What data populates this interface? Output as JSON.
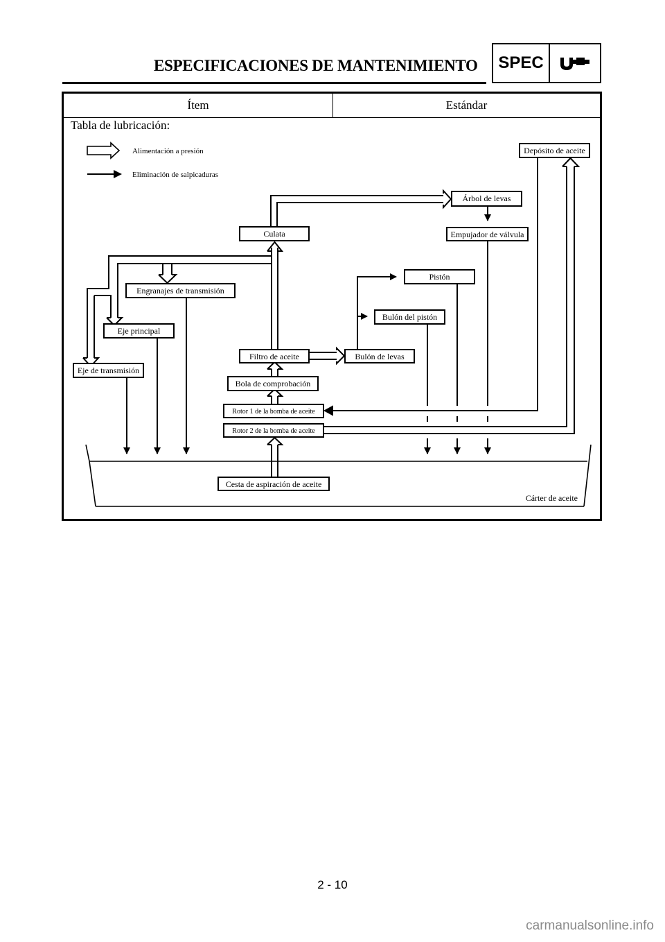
{
  "header": {
    "title": "ESPECIFICACIONES DE MANTENIMIENTO",
    "badge_label": "SPEC",
    "badge_icon": "micrometer-icon"
  },
  "table": {
    "col_item": "Ítem",
    "col_standard": "Estándar",
    "section_label": "Tabla de lubricación:"
  },
  "legend": {
    "pressure_feed": "Alimentación a presión",
    "splash": "Eliminación de salpicaduras"
  },
  "diagram": {
    "boxes": {
      "oil_tank": "Depósito de aceite",
      "camshaft": "Árbol de levas",
      "cylinder_head": "Culata",
      "valve_lifter": "Empujador de válvula",
      "piston": "Pistón",
      "transmission_gears": "Engranajes de transmisión",
      "piston_pin": "Bulón del pistón",
      "main_axle": "Eje principal",
      "oil_filter": "Filtro de aceite",
      "crankpin": "Bulón de levas",
      "drive_axle": "Eje de transmisión",
      "check_ball": "Bola de comprobación",
      "pump_rotor_1": "Rotor 1 de la bomba de aceite",
      "pump_rotor_2": "Rotor 2 de la bomba de aceite",
      "oil_strainer": "Cesta de aspiración de aceite",
      "crankcase": "Cárter de aceite"
    }
  },
  "footer": {
    "page_number": "2 - 10",
    "watermark": "carmanualsonline.info"
  }
}
